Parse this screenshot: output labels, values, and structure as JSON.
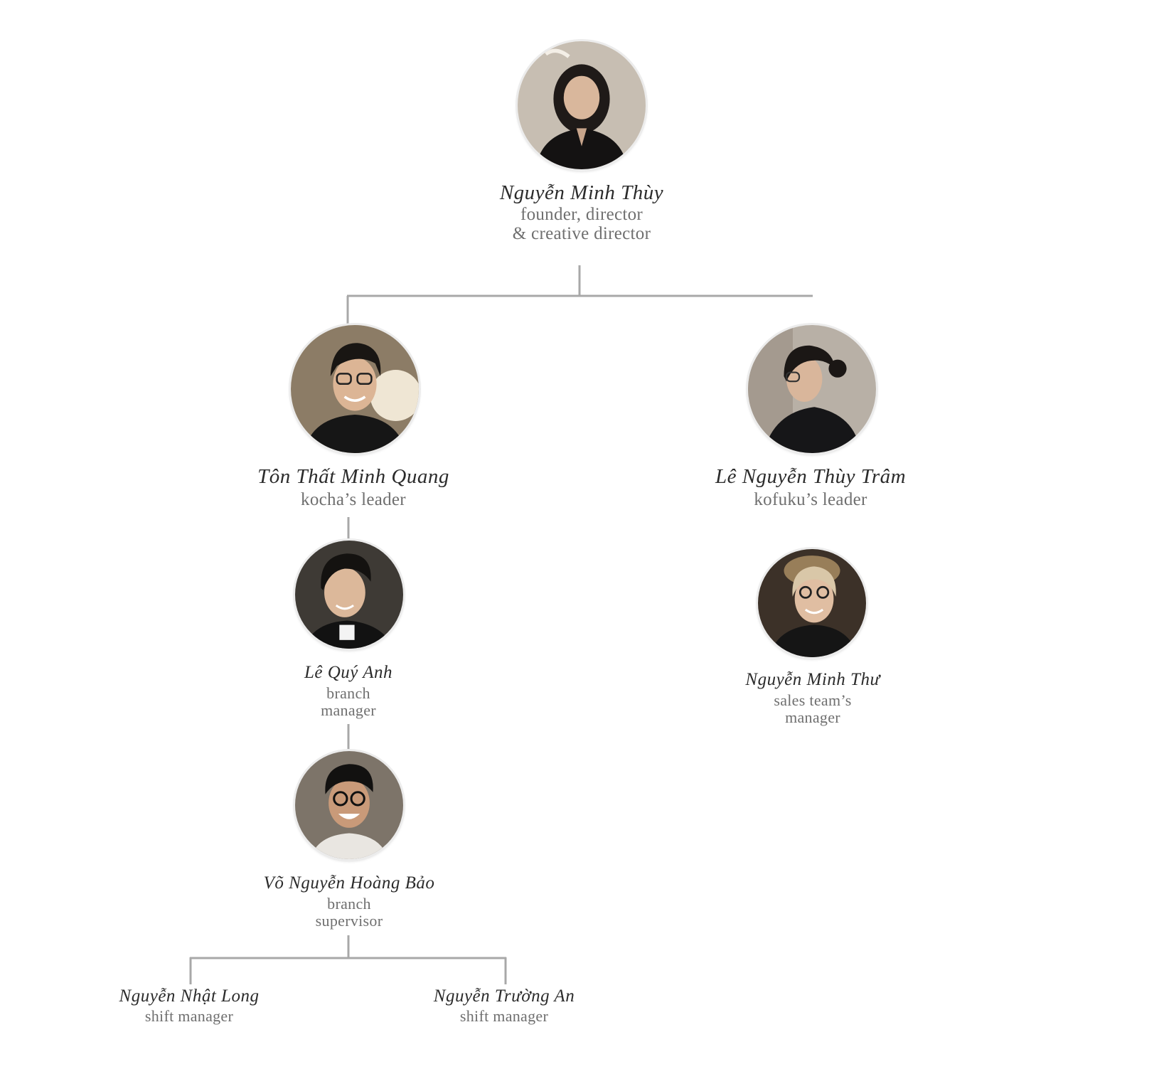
{
  "org_chart": {
    "root": {
      "name": "Nguyễn Minh Thùy",
      "role_line1": "founder, director",
      "role_line2": "& creative director"
    },
    "kocha_leader": {
      "name": "Tôn Thất Minh Quang",
      "role": "kocha’s leader"
    },
    "kofuku_leader": {
      "name": "Lê Nguyễn Thùy Trâm",
      "role": "kofuku’s leader"
    },
    "branch_manager": {
      "name": "Lê Quý Anh",
      "role_line1": "branch",
      "role_line2": "manager"
    },
    "sales_manager": {
      "name": "Nguyễn Minh Thư",
      "role_line1": "sales team’s",
      "role_line2": "manager"
    },
    "branch_supervisor": {
      "name": "Võ Nguyễn Hoàng Bảo",
      "role_line1": "branch",
      "role_line2": "supervisor"
    },
    "shift_manager_1": {
      "name": "Nguyễn Nhật Long",
      "role": "shift manager"
    },
    "shift_manager_2": {
      "name": "Nguyễn Trường An",
      "role": "shift manager"
    }
  }
}
